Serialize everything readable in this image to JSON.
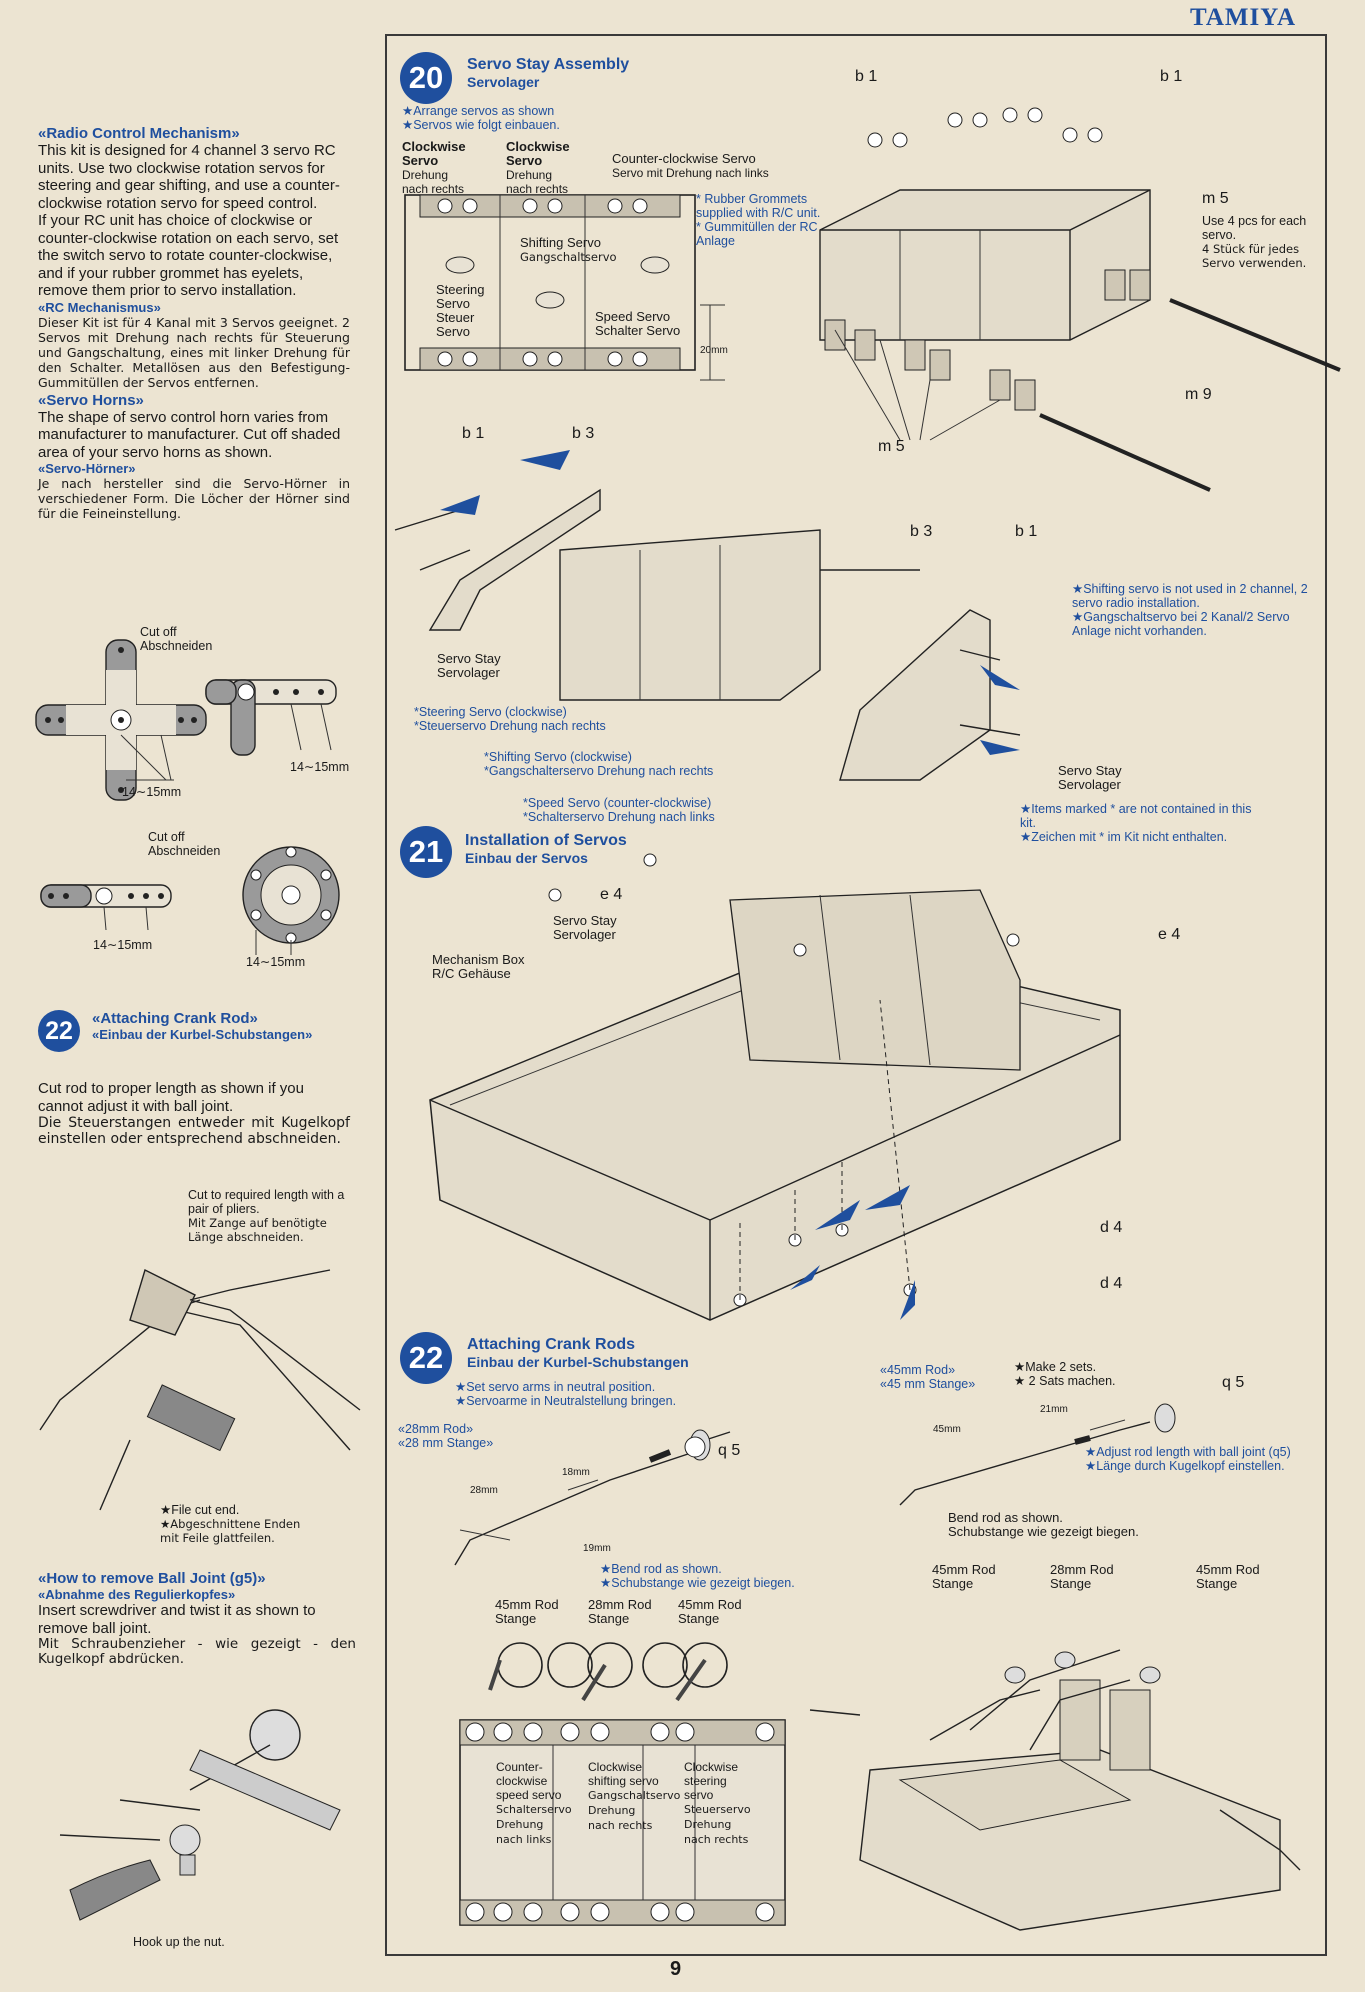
{
  "brand": "TAMIYA",
  "page_number": "9",
  "left_column": {
    "radio_control": {
      "title_en": "«Radio Control Mechanism»",
      "body_en": "This kit is designed for 4 channel 3 servo RC units. Use two clockwise rotation servos for steering and gear shifting, and use a counter-clockwise rotation servo for speed control.\nIf your RC unit has choice of clockwise or counter-clockwise rotation on each servo, set the switch servo to rotate counter-clockwise, and if your rubber grommet has eyelets, remove them prior to servo installation.",
      "title_de": "«RC Mechanismus»",
      "body_de": "Dieser Kit ist für 4 Kanal mit 3 Servos geeignet. 2 Servos mit Drehung nach rechts für Steuerung und Gangschaltung, eines mit linker Drehung für den Schalter. Metallösen aus den Befestigung-Gummitüllen der Servos entfernen."
    },
    "servo_horns": {
      "title_en": "«Servo Horns»",
      "body_en": "The shape of servo control horn varies from manufacturer to manufacturer. Cut off shaded area of your servo horns as shown.",
      "title_de": "«Servo-Hörner»",
      "body_de": "Je nach hersteller sind die Servo-Hörner in verschiedener Form. Die Löcher der Hörner sind für die Feineinstellung.",
      "cutoff_en": "Cut off",
      "cutoff_de": "Abschneiden",
      "dim": "14∼15mm"
    },
    "step22": {
      "number": "22",
      "title_en": "«Attaching Crank Rod»",
      "title_de": "«Einbau der Kurbel-Schubstangen»",
      "body_en": "Cut rod to proper length as shown if you cannot adjust it with ball joint.",
      "body_de": "Die Steuerstangen entweder mit Kugelkopf einstellen oder entsprechend abschneiden.",
      "cut_note_en": "Cut to required length with a pair of pliers.",
      "cut_note_de": "Mit Zange auf benötigte Länge abschneiden.",
      "file_en": "★File cut end.",
      "file_de": "★Abgeschnittene Enden mit Feile glattfeilen."
    },
    "ball_joint": {
      "title_en": "«How to remove Ball Joint (g5)»",
      "title_de": "«Abnahme des Regulierkopfes»",
      "body_en": "Insert screwdriver and twist it as shown to remove ball joint.",
      "body_de": "Mit Schraubenzieher - wie gezeigt - den Kugelkopf abdrücken.",
      "hook": "Hook up the nut."
    }
  },
  "step20": {
    "number": "20",
    "title_en": "Servo Stay Assembly",
    "title_de": "Servolager",
    "note_en": "★Arrange servos as shown",
    "note_de": "★Servos wie folgt einbauen.",
    "col1_en": "Clockwise Servo",
    "col1_de": "Drehung nach rechts",
    "col2_en": "Clockwise Servo",
    "col2_de": "Drehung nach rechts",
    "col3_en": "Counter-clockwise Servo",
    "col3_de": "Servo mit Drehung nach links",
    "grommet_en": "* Rubber Grommets supplied with R/C unit.",
    "grommet_de": "* Gummitüllen der RC Anlage",
    "steering": "Steering Servo Steuer Servo",
    "shifting_en": "Shifting Servo",
    "shifting_de": "Gangschaltservo",
    "speed_en": "Speed Servo",
    "speed_de": "Schalter Servo",
    "dim": "20mm",
    "b1": "b 1",
    "b3": "b 3",
    "m5": "m 5",
    "m9": "m 9",
    "m5_note_en": "Use 4 pcs for each servo.",
    "m5_note_de": "4 Stück für jedes Servo verwenden.",
    "shifting_note_en": "★Shifting servo is not used in 2 channel, 2 servo radio installation.",
    "shifting_note_de": "★Gangschaltservo bei 2 Kanal/2 Servo Anlage nicht vorhanden.",
    "stay_en": "Servo Stay",
    "stay_de": "Servolager",
    "steer_cw_en": "*Steering Servo (clockwise)",
    "steer_cw_de": "*Steuerservo Drehung nach rechts",
    "shift_cw_en": "*Shifting Servo (clockwise)",
    "shift_cw_de": "*Gangschalterservo Drehung nach rechts",
    "speed_ccw_en": "*Speed Servo (counter-clockwise)",
    "speed_ccw_de": "*Schalterservo Drehung nach links",
    "items_en": "★Items marked * are not contained in this kit.",
    "items_de": "★Zeichen mit * im Kit nicht enthalten."
  },
  "step21": {
    "number": "21",
    "title_en": "Installation of Servos",
    "title_de": "Einbau der Servos",
    "e4": "e 4",
    "d4": "d 4",
    "stay_en": "Servo Stay",
    "stay_de": "Servolager",
    "box_en": "Mechanism Box",
    "box_de": "R/C Gehäuse"
  },
  "step22b": {
    "number": "22",
    "title_en": "Attaching Crank Rods",
    "title_de": "Einbau der Kurbel-Schubstangen",
    "note_en": "★Set servo arms in neutral position.",
    "note_de": "★Servoarme in Neutralstellung bringen.",
    "rod28_en": "«28mm Rod»",
    "rod28_de": "«28 mm Stange»",
    "rod45_en": "«45mm Rod»",
    "rod45_de": "«45 mm Stange»",
    "make_en": "★Make 2 sets.",
    "make_de": "★ 2 Sats machen.",
    "q5": "q 5",
    "d28": "28mm",
    "d18": "18mm",
    "d19": "19mm",
    "d45": "45mm",
    "d21": "21mm",
    "adjust_en": "★Adjust rod length with ball joint (q5)",
    "adjust_de": "★Länge durch Kugelkopf einstellen.",
    "bend_en": "Bend rod as shown.",
    "bend_de": "Schubstange wie gezeigt biegen.",
    "bend_blue_en": "★Bend rod as shown.",
    "bend_blue_de": "★Schubstange wie gezeigt biegen.",
    "rod_labels": [
      {
        "en": "45mm Rod",
        "de": "Stange"
      },
      {
        "en": "28mm Rod",
        "de": "Stange"
      },
      {
        "en": "45mm Rod",
        "de": "Stange"
      }
    ],
    "servos": [
      {
        "en": "Counter-clockwise speed servo",
        "de": "Schalterservo Drehung nach links"
      },
      {
        "en": "Clockwise shifting servo",
        "de": "Gangschaltservo Drehung nach rechts"
      },
      {
        "en": "Clockwise steering servo",
        "de": "Steuerservo Drehung nach rechts"
      }
    ]
  }
}
